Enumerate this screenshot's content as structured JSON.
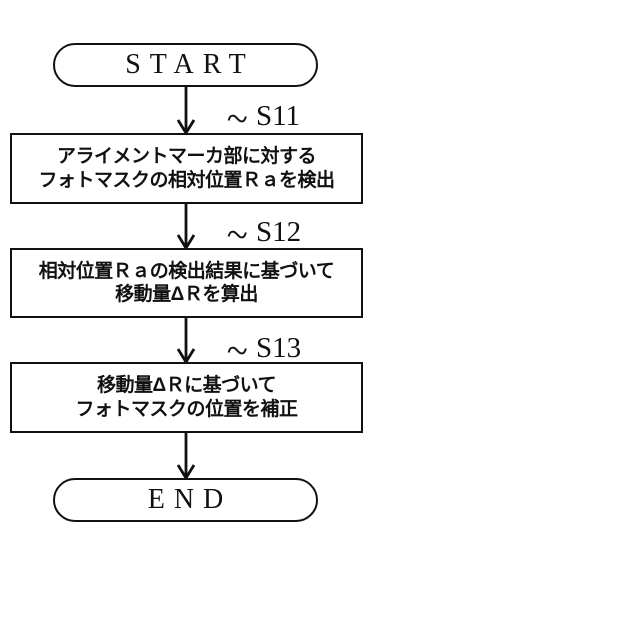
{
  "flowchart": {
    "start_label": "START",
    "end_label": "END",
    "label_prefix": "~",
    "steps": [
      {
        "id": "S11",
        "lines": [
          "アライメントマーカ部に対する",
          "フォトマスクの相対位置Ｒａを検出"
        ]
      },
      {
        "id": "S12",
        "lines": [
          "相対位置Ｒａの検出結果に基づいて",
          "移動量ΔＲを算出"
        ]
      },
      {
        "id": "S13",
        "lines": [
          "移動量ΔＲに基づいて",
          "フォトマスクの位置を補正"
        ]
      }
    ],
    "colors": {
      "line": "#111111",
      "background": "#ffffff"
    }
  }
}
